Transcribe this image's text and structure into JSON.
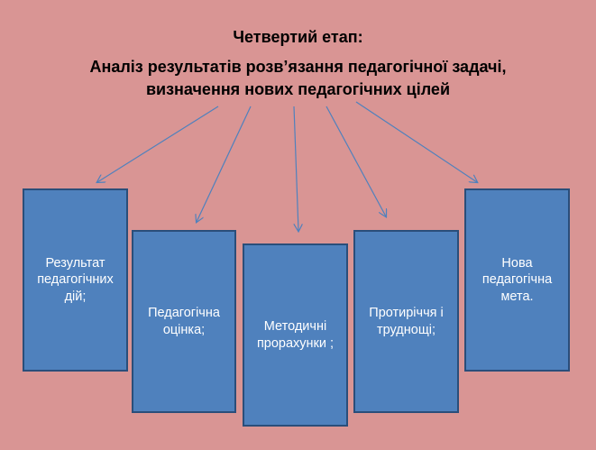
{
  "heading": {
    "line1": "Четвертий етап:",
    "line2": "Аналіз результатів розв’язання педагогічної задачі,",
    "line3": "визначення нових педагогічних цілей"
  },
  "boxes": [
    {
      "label": "Результат педагогічних дій;"
    },
    {
      "label": "Педагогічна оцінка;"
    },
    {
      "label": "Методичні прорахунки ;"
    },
    {
      "label": "Протиріччя і труднощі;"
    },
    {
      "label": "Нова педагогічна мета."
    }
  ],
  "colors": {
    "background": "#d99594",
    "box_fill": "#4f81bd",
    "box_border": "#2a4e7a",
    "arrow": "#4f81bd"
  }
}
